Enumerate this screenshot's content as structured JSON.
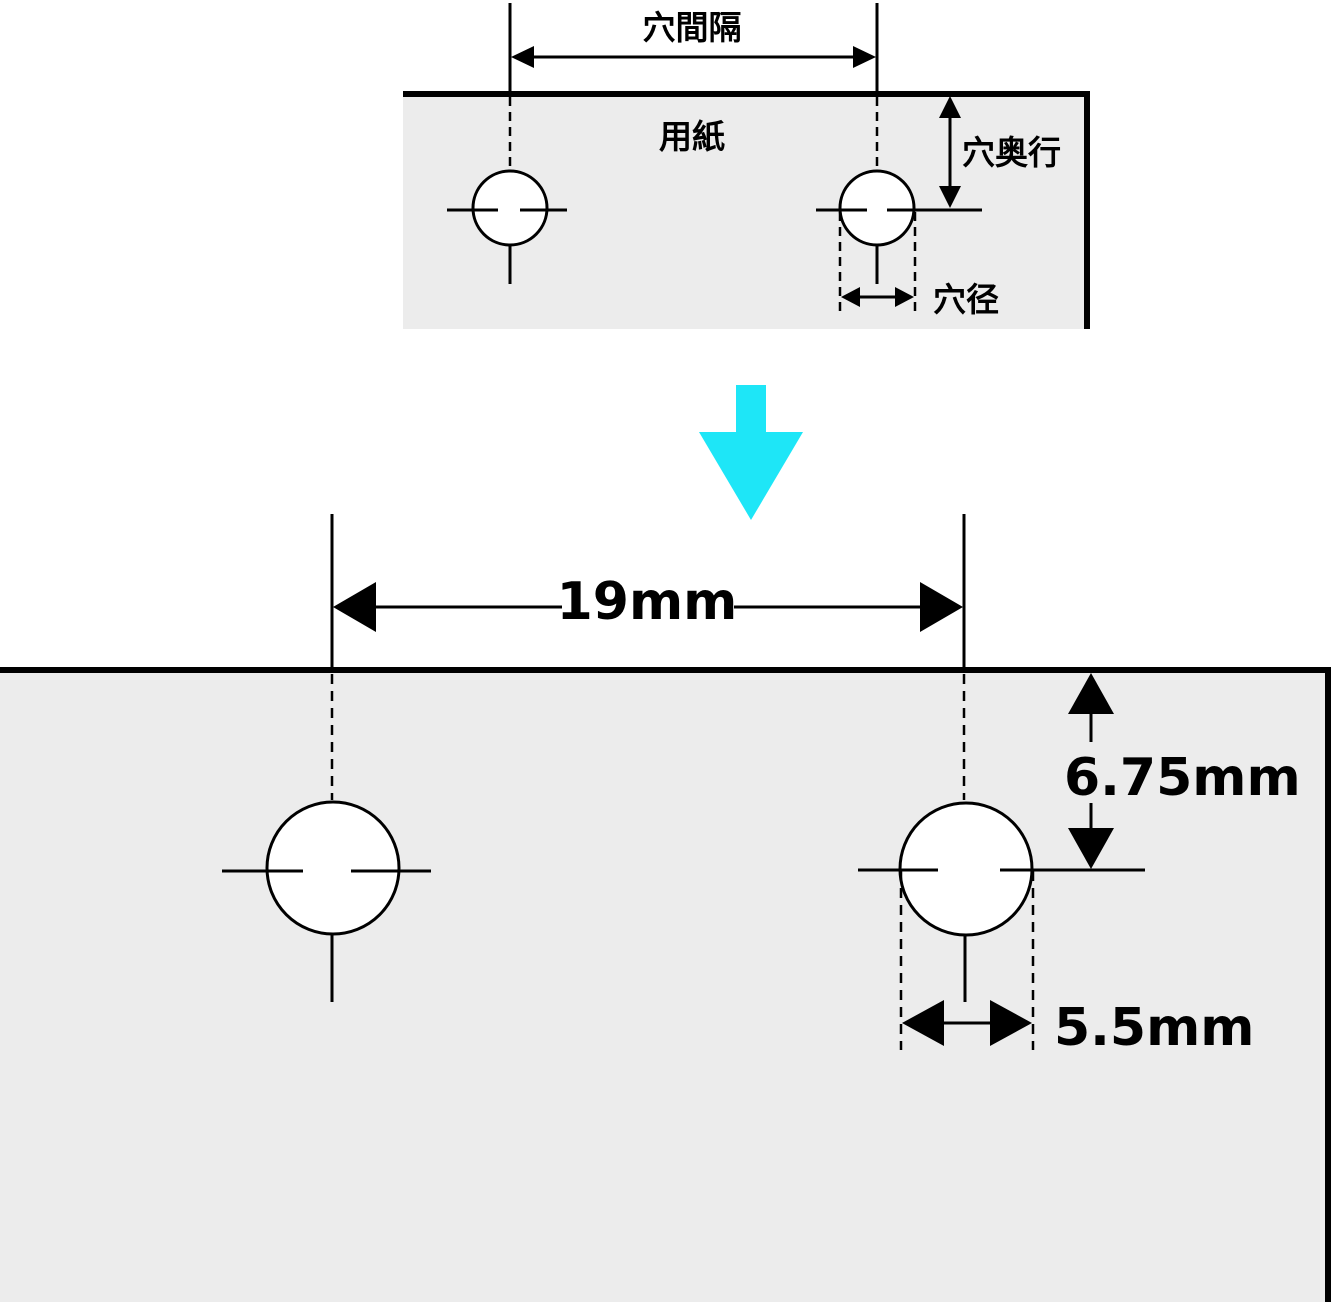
{
  "legend": {
    "hole_spacing_label": "穴間隔",
    "paper_label": "用紙",
    "hole_depth_label": "穴奥行",
    "hole_diameter_label": "穴径"
  },
  "spec": {
    "hole_spacing_value": "19mm",
    "hole_depth_value": "6.75mm",
    "hole_diameter_value": "5.5mm"
  },
  "colors": {
    "paper_fill": "#ececec",
    "line": "#000000",
    "hole_fill": "#ffffff",
    "arrow": "#1ee6f7"
  },
  "icons": {
    "transition_arrow": "arrow-down-icon"
  }
}
